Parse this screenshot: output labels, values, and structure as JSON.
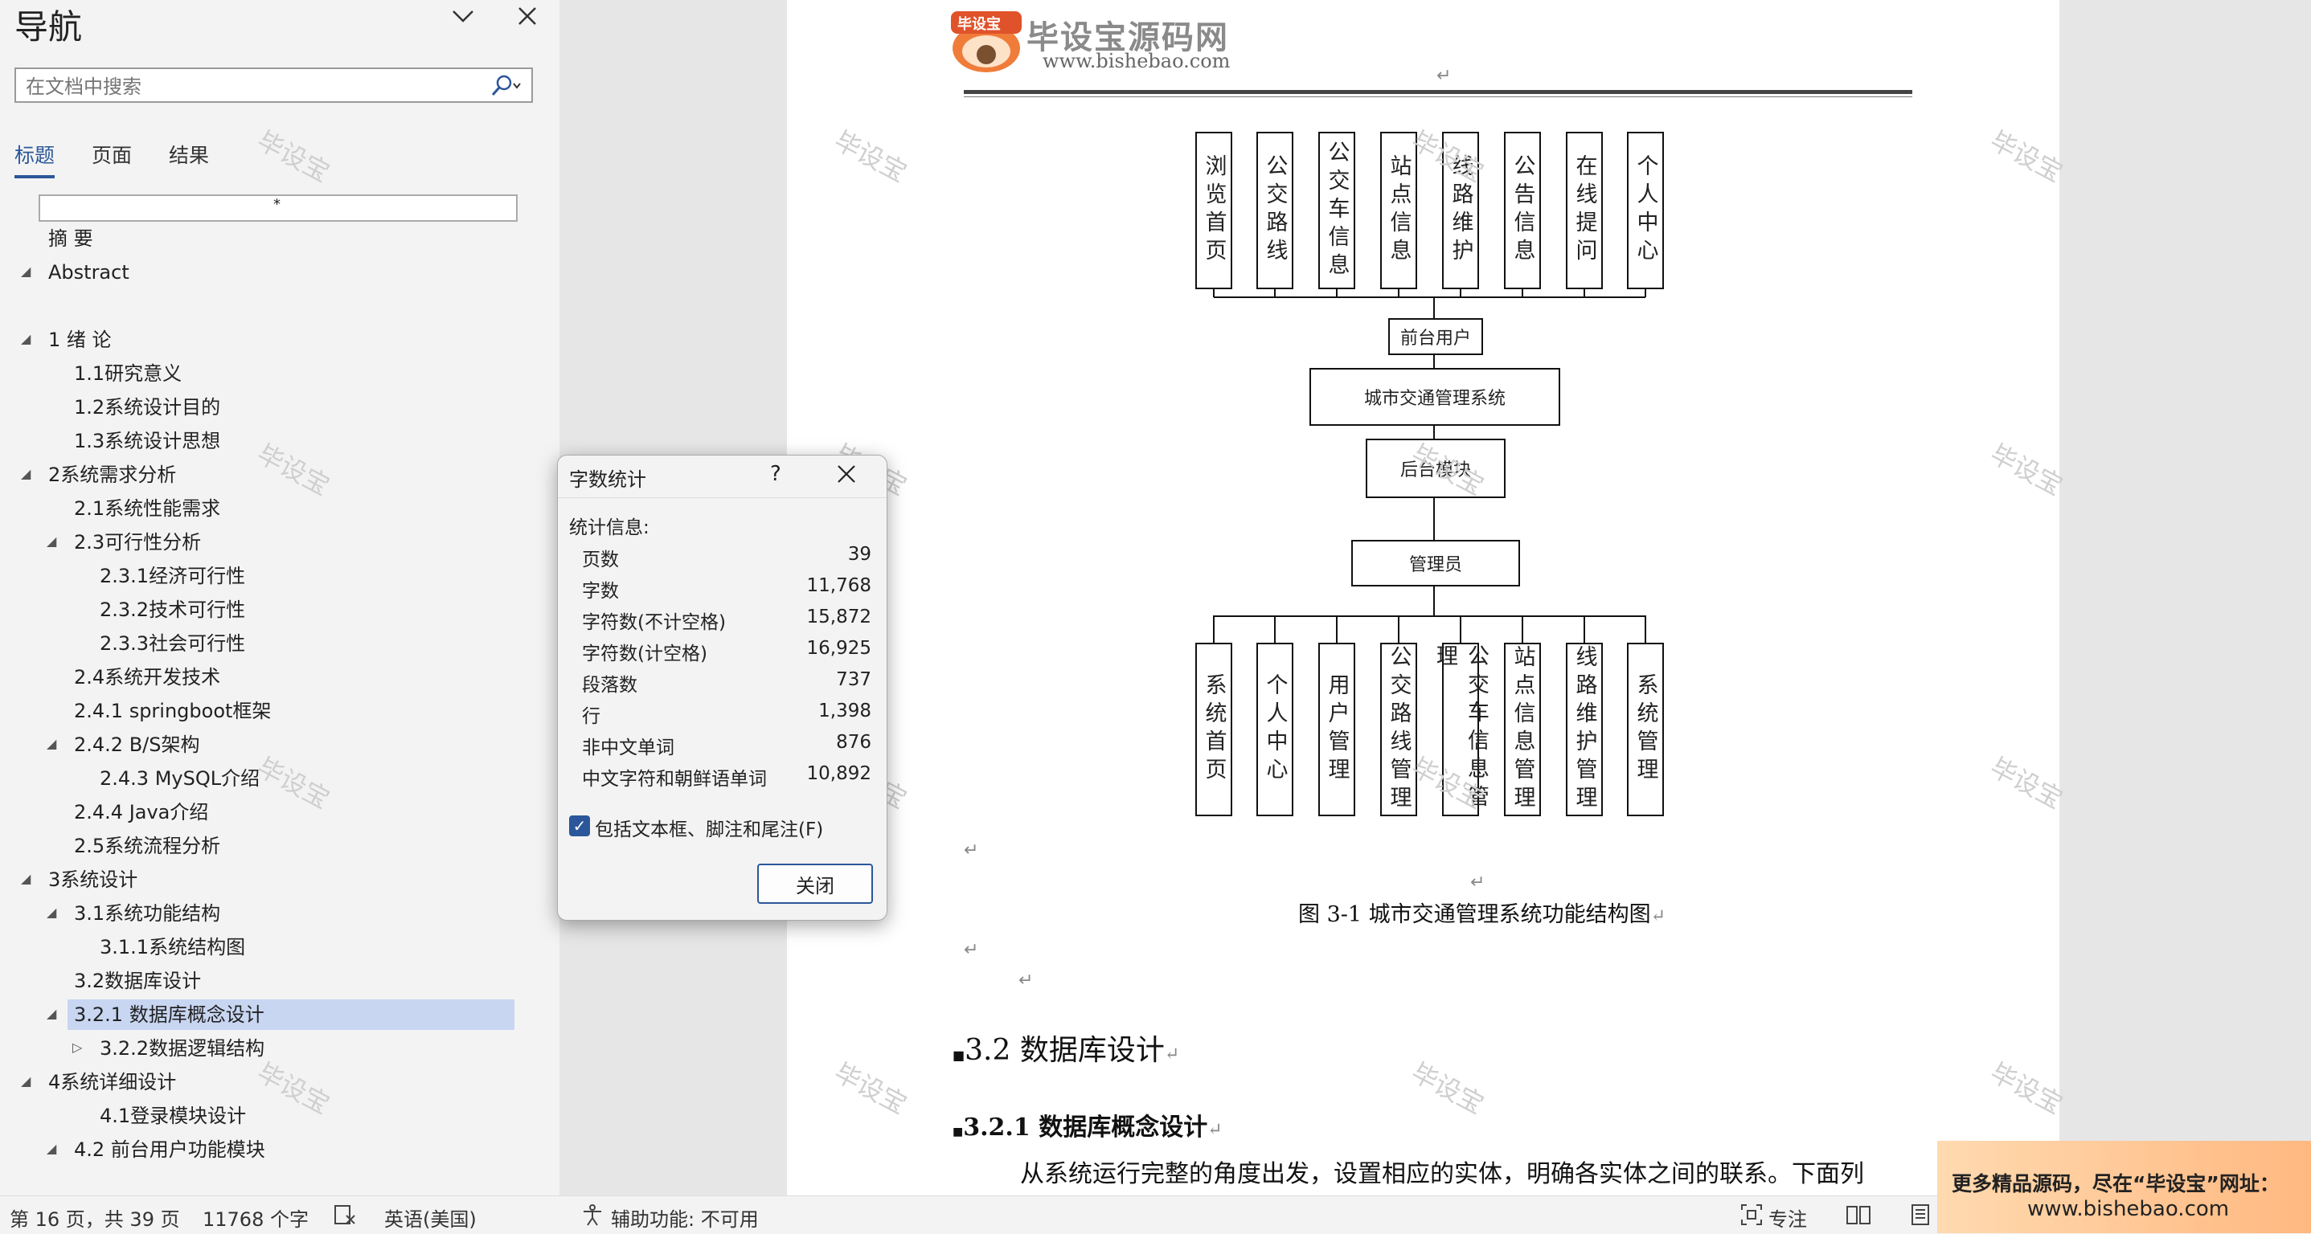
{
  "nav": {
    "title": "导航",
    "search_placeholder": "在文档中搜索",
    "tabs": [
      "标题",
      "页面",
      "结果"
    ],
    "edit_box_char": "*",
    "items": [
      {
        "label": "摘  要",
        "level": 1,
        "expand": "none"
      },
      {
        "label": "Abstract",
        "level": 1,
        "expand": "open"
      },
      {
        "label": "1 绪  论",
        "level": 1,
        "expand": "open"
      },
      {
        "label": "1.1研究意义",
        "level": 2,
        "expand": "none"
      },
      {
        "label": "1.2系统设计目的",
        "level": 2,
        "expand": "none"
      },
      {
        "label": "1.3系统设计思想",
        "level": 2,
        "expand": "none"
      },
      {
        "label": "2系统需求分析",
        "level": 1,
        "expand": "open"
      },
      {
        "label": "2.1系统性能需求",
        "level": 2,
        "expand": "none"
      },
      {
        "label": "2.3可行性分析",
        "level": 2,
        "expand": "open"
      },
      {
        "label": "2.3.1经济可行性",
        "level": 3,
        "expand": "none"
      },
      {
        "label": "2.3.2技术可行性",
        "level": 3,
        "expand": "none"
      },
      {
        "label": "2.3.3社会可行性",
        "level": 3,
        "expand": "none"
      },
      {
        "label": "2.4系统开发技术",
        "level": 2,
        "expand": "none"
      },
      {
        "label": "2.4.1 springboot框架",
        "level": 2,
        "expand": "none"
      },
      {
        "label": "2.4.2 B/S架构",
        "level": 2,
        "expand": "open"
      },
      {
        "label": "2.4.3 MySQL介绍",
        "level": 3,
        "expand": "none"
      },
      {
        "label": "2.4.4 Java介绍",
        "level": 2,
        "expand": "none"
      },
      {
        "label": "2.5系统流程分析",
        "level": 2,
        "expand": "none"
      },
      {
        "label": "3系统设计",
        "level": 1,
        "expand": "open"
      },
      {
        "label": "3.1系统功能结构",
        "level": 2,
        "expand": "open"
      },
      {
        "label": "3.1.1系统结构图",
        "level": 3,
        "expand": "none"
      },
      {
        "label": "3.2数据库设计",
        "level": 2,
        "expand": "none"
      },
      {
        "label": "3.2.1 数据库概念设计",
        "level": 2,
        "expand": "open",
        "selected": true
      },
      {
        "label": "3.2.2数据逻辑结构",
        "level": 3,
        "expand": "closed"
      },
      {
        "label": "4系统详细设计",
        "level": 1,
        "expand": "open"
      },
      {
        "label": "4.1登录模块设计",
        "level": 3,
        "expand": "none"
      },
      {
        "label": "4.2 前台用户功能模块",
        "level": 2,
        "expand": "open"
      }
    ]
  },
  "header": {
    "logo_badge": "毕设宝",
    "logo_title": "毕设宝源码网",
    "logo_url": "www.bishebao.com"
  },
  "watermark": "毕设宝",
  "diagram": {
    "top_boxes": [
      "浏览首页",
      "公交路线",
      "公交车信息",
      "站点信息",
      "线路维护",
      "公告信息",
      "在线提问",
      "个人中心"
    ],
    "front_user": "前台用户",
    "system": "城市交通管理系统",
    "backend": "后台模块",
    "admin": "管理员",
    "bottom_boxes": [
      "系统首页",
      "个人中心",
      "用户管理",
      "公交路线管理",
      "公交车信息管理",
      "站点信息管理",
      "线路维护管理",
      "系统管理"
    ]
  },
  "doc": {
    "caption": "图 3-1  城市交通管理系统功能结构图",
    "para_mark": "↵",
    "h2": "3.2 数据库设计",
    "h3": "3.2.1  数据库概念设计",
    "body": "从系统运行完整的角度出发，设置相应的实体，明确各实体之间的联系。下面列"
  },
  "dialog": {
    "title": "字数统计",
    "help": "?",
    "section": "统计信息:",
    "rows": [
      {
        "label": "页数",
        "value": "39"
      },
      {
        "label": "字数",
        "value": "11,768"
      },
      {
        "label": "字符数(不计空格)",
        "value": "15,872"
      },
      {
        "label": "字符数(计空格)",
        "value": "16,925"
      },
      {
        "label": "段落数",
        "value": "737"
      },
      {
        "label": "行",
        "value": "1,398"
      },
      {
        "label": "非中文单词",
        "value": "876"
      },
      {
        "label": "中文字符和朝鲜语单词",
        "value": "10,892"
      }
    ],
    "checkbox_label": "包括文本框、脚注和尾注(F)",
    "checkbox_checked": true,
    "close_label": "关闭"
  },
  "status": {
    "page": "第 16 页，共 39 页",
    "words": "11768 个字",
    "language": "英语(美国)",
    "accessibility": "辅助功能: 不可用",
    "focus": "专注"
  },
  "promo": {
    "line1": "更多精品源码，尽在“毕设宝”网址：",
    "line2": "www.bishebao.com"
  },
  "colors": {
    "accent": "#2b579a",
    "selected": "#c8d6f2",
    "logo_orange": "#f07c3a"
  }
}
